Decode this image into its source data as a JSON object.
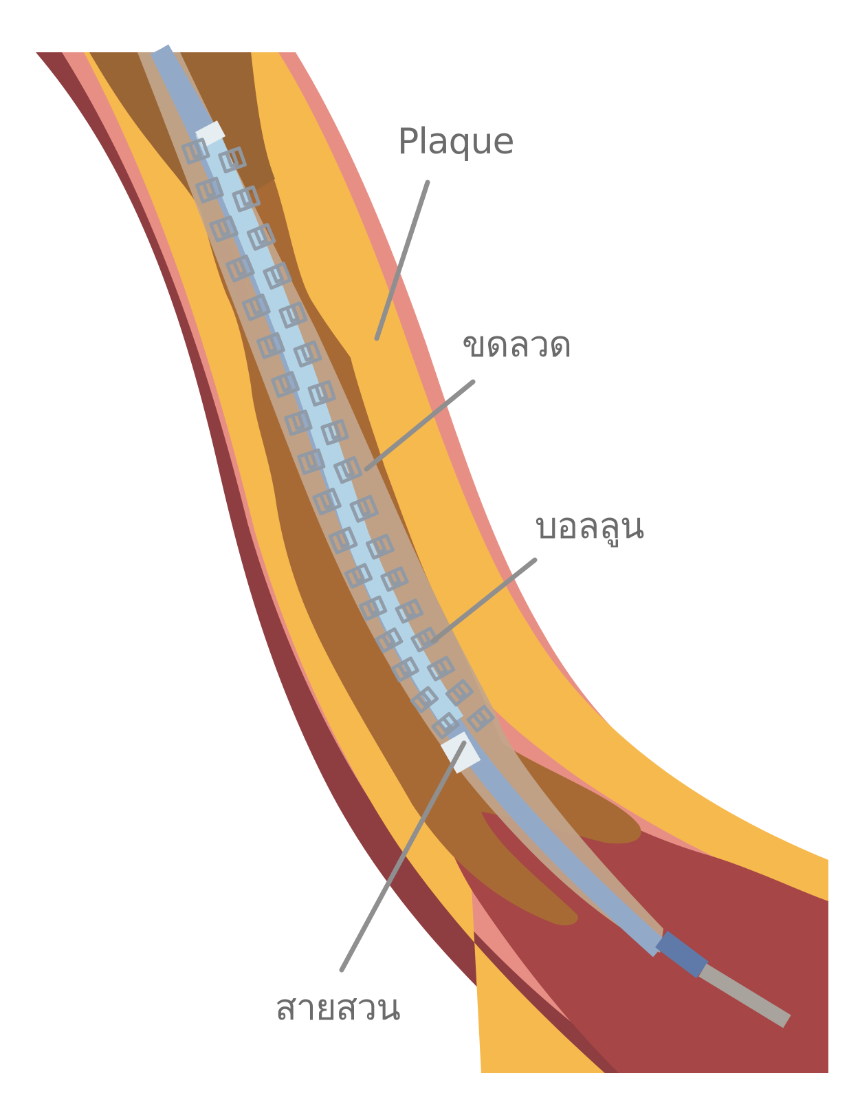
{
  "labels": {
    "plaque": "Plaque",
    "stent": "ขดลวด",
    "balloon": "บอลลูน",
    "catheter": "สายสวน"
  },
  "colors": {
    "background": "#ffffff",
    "artery_wall_outer": "#8e3d40",
    "artery_wall_inner": "#e88f85",
    "fat_layer": "#f6b94e",
    "plaque": "#a86a35",
    "lumen_blood": "#a64646",
    "balloon": "#c2a68c",
    "catheter_blue": "#93a9c8",
    "catheter_dark_blue": "#5f7aa8",
    "guidewire": "#a8a39d",
    "stent_wire": "#8f9aa6",
    "stent_fill": "#b3d4e6",
    "leader_line": "#8f8f8f",
    "label_text": "#6b6b6b"
  },
  "icons": [
    "artery-illustration",
    "stent-icon",
    "catheter-icon"
  ]
}
